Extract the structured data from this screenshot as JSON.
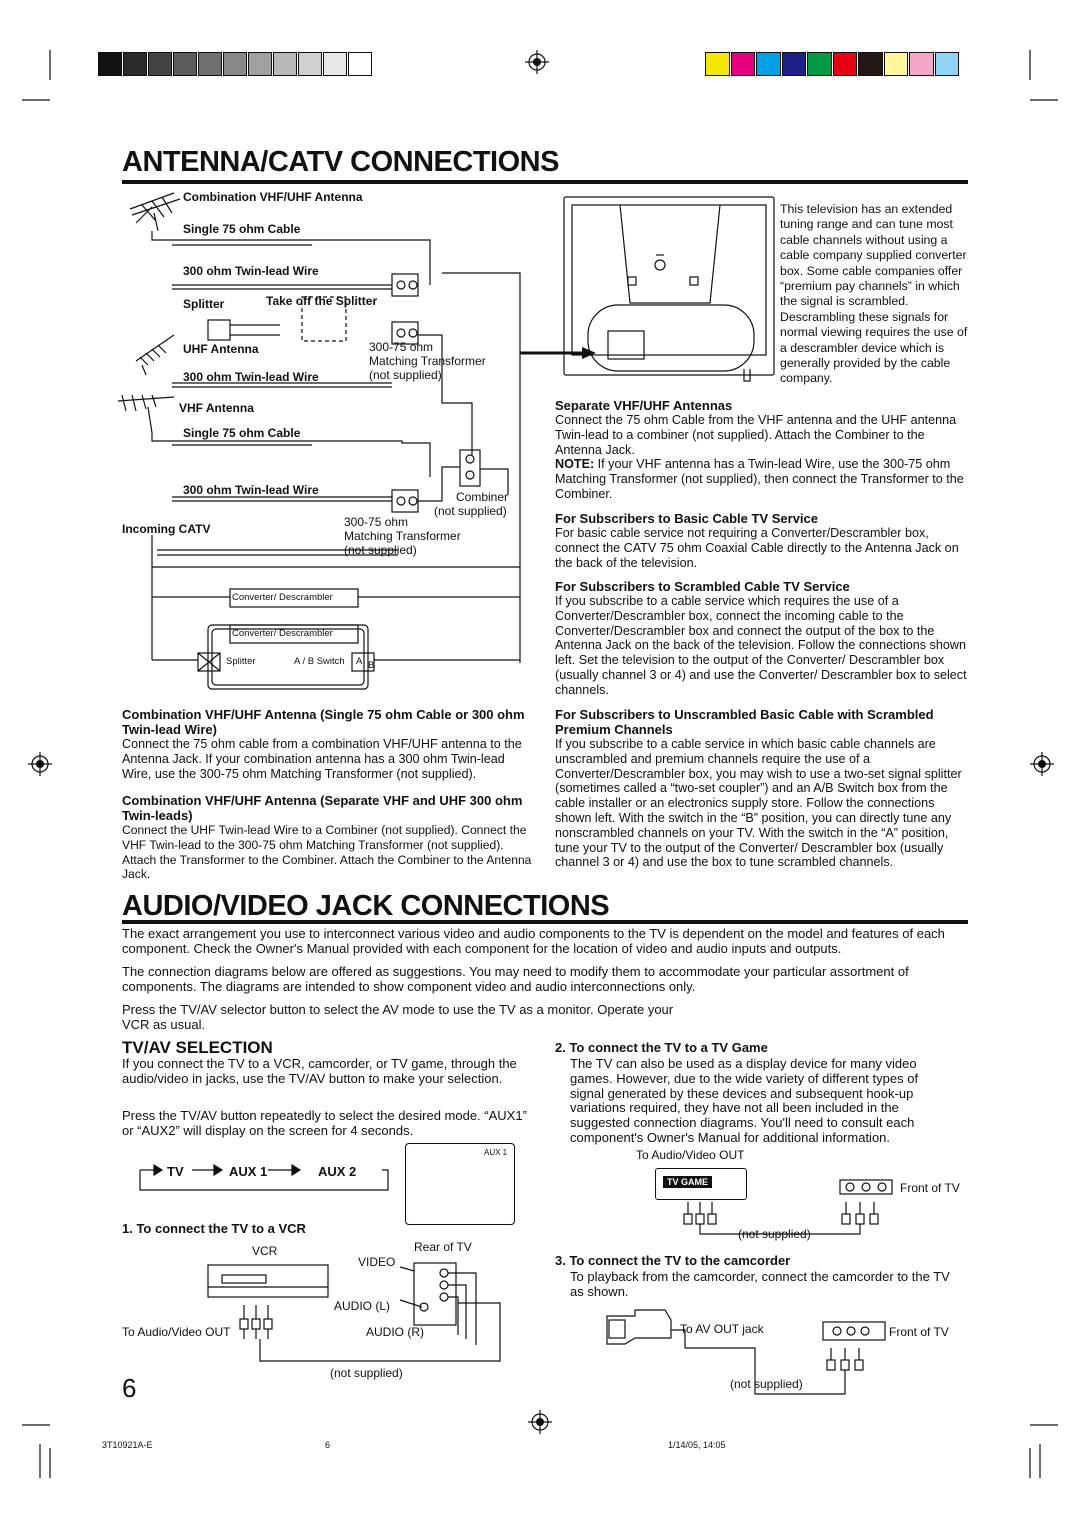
{
  "swatches_gray": [
    "#111111",
    "#2a2a2a",
    "#444444",
    "#5a5a5a",
    "#707070",
    "#888888",
    "#a0a0a0",
    "#b8b8b8",
    "#d0d0d0",
    "#e6e6e6",
    "#ffffff"
  ],
  "swatches_color": [
    "#f5e800",
    "#e4007f",
    "#00a0e9",
    "#1d2088",
    "#009944",
    "#e60012",
    "#231815",
    "#fff799",
    "#f6a6c6",
    "#8fd3f5"
  ],
  "antenna": {
    "title": "ANTENNA/CATV CONNECTIONS",
    "diagram": {
      "combo_antenna": "Combination VHF/UHF Antenna",
      "single_cable_1": "Single 75 ohm Cable",
      "twin_lead_1": "300 ohm Twin-lead Wire",
      "splitter": "Splitter",
      "take_off": "Take off the Splitter",
      "uhf_antenna": "UHF Antenna",
      "matching_1": "300-75 ohm",
      "matching_1b": "Matching Transformer",
      "matching_1c": "(not supplied)",
      "twin_lead_2": "300 ohm Twin-lead Wire",
      "vhf_antenna": "VHF Antenna",
      "single_cable_2": "Single 75 ohm Cable",
      "twin_lead_3": "300 ohm Twin-lead Wire",
      "combiner": "Combiner",
      "combiner_ns": "(not supplied)",
      "incoming_catv": "Incoming CATV",
      "matching_2": "300-75 ohm",
      "matching_2b": "Matching Transformer",
      "matching_2c": "(not supplied)",
      "conv_1": "Converter/ Descrambler",
      "conv_2": "Converter/ Descrambler",
      "splitter_2": "Splitter",
      "ab_switch": "A / B Switch",
      "a_mark": "A",
      "b_mark": "B"
    },
    "tv_note": "This television has an extended tuning range and can tune most cable channels without using a cable company supplied converter box. Some cable companies offer “premium pay channels” in which the signal is scrambled. Descrambling these signals for normal viewing requires the use of a descrambler device which is generally provided by the cable company.",
    "sections_left": [
      {
        "heading": "Combination VHF/UHF Antenna (Single 75 ohm Cable or 300 ohm Twin-lead Wire)",
        "text": "Connect the 75 ohm cable from a combination VHF/UHF antenna to the Antenna Jack. If your combination antenna has a 300 ohm Twin-lead Wire, use the 300-75 ohm Matching Transformer (not supplied)."
      },
      {
        "heading": "Combination VHF/UHF Antenna (Separate VHF and UHF 300 ohm Twin-leads)",
        "text": "Connect the UHF Twin-lead Wire to a Combiner (not supplied). Connect the VHF Twin-lead to the 300-75 ohm Matching Transformer (not supplied). Attach the Transformer to the Combiner. Attach the Combiner to the Antenna Jack."
      }
    ],
    "sections_right": [
      {
        "heading": "Separate VHF/UHF Antennas",
        "text": "Connect the 75 ohm Cable from the VHF antenna and the UHF antenna Twin-lead to a combiner (not supplied). Attach the Combiner to the Antenna Jack.",
        "note_label": "NOTE:",
        "note": " If your VHF antenna has a Twin-lead Wire, use the 300-75 ohm Matching Transformer (not supplied), then connect the Transformer to the Combiner."
      },
      {
        "heading": "For Subscribers to Basic Cable TV Service",
        "text": "For basic cable service not requiring a Converter/Descrambler box, connect the CATV 75 ohm Coaxial Cable directly to the Antenna Jack on the back of the television."
      },
      {
        "heading": "For Subscribers to Scrambled Cable TV Service",
        "text": "If you subscribe to a cable service which requires the use of a Converter/Descrambler box, connect the incoming cable to the Converter/Descrambler box and connect the output of the box to the Antenna Jack on the back of the television. Follow the connections shown left. Set the television to the output of the Converter/ Descrambler box (usually channel 3 or 4) and use the Converter/ Descrambler box to select channels."
      },
      {
        "heading": "For Subscribers to Unscrambled Basic Cable with Scrambled Premium Channels",
        "text": "If you subscribe to a cable service in which basic cable channels are unscrambled and premium channels require the use of a Converter/Descrambler box, you may wish to use a two-set signal splitter (sometimes called a “two-set coupler”) and an A/B Switch box from the cable installer or an electronics supply store. Follow the connections shown left. With the switch in the “B” position, you can directly tune any nonscrambled channels on your TV. With the switch in the “A” position, tune your TV to the output of the Converter/ Descrambler box (usually channel 3 or 4) and use the box to tune scrambled channels."
      }
    ]
  },
  "av": {
    "title": "AUDIO/VIDEO JACK CONNECTIONS",
    "intro_1": "The exact arrangement you use to interconnect various video and audio components to the TV is dependent on the model and features of each component. Check the Owner's Manual provided with each component for the location of video and audio inputs and outputs.",
    "intro_2": "The connection diagrams below are offered as suggestions. You may need to modify them to accommodate your particular assortment of components. The diagrams are intended to show component video and audio interconnections only.",
    "intro_3": "Press the TV/AV selector button to select the AV mode to use the TV as a monitor. Operate your VCR as usual.",
    "tvav_title": "TV/AV SELECTION",
    "tvav_p1": "If you connect the TV to a VCR, camcorder, or TV game, through the audio/video in jacks, use the TV/AV button to make your selection.",
    "tvav_p2": "Press the TV/AV button repeatedly to select the desired mode. “AUX1” or “AUX2” will display on the screen for 4 seconds.",
    "cycle": [
      "TV",
      "AUX 1",
      "AUX 2"
    ],
    "screen_label": "AUX 1",
    "vcr": {
      "heading": "1. To connect the TV to a VCR",
      "vcr_label": "VCR",
      "rear": "Rear of TV",
      "video": "VIDEO",
      "audio_l": "AUDIO (L)",
      "audio_r": "AUDIO (R)",
      "out": "To Audio/Video OUT",
      "ns": "(not supplied)"
    },
    "game": {
      "heading": "2. To connect the TV to a TV Game",
      "text": "The TV can also be used as a display device for many video games. However, due to the wide variety of different types of signal generated by these devices and subsequent hook-up variations required, they have not all been included in the suggested connection diagrams. You'll need to consult each component's Owner's Manual for additional information.",
      "out": "To Audio/Video OUT",
      "device": "TV GAME",
      "front": "Front of TV",
      "ns": "(not supplied)"
    },
    "cam": {
      "heading": "3. To connect the TV to the camcorder",
      "text": "To playback from the camcorder, connect the camcorder to the TV as shown.",
      "out": "To AV OUT jack",
      "front": "Front of TV",
      "ns": "(not supplied)"
    }
  },
  "footer": {
    "page_number": "6",
    "doc_code": "3T10921A-E",
    "page_small": "6",
    "date": "1/14/05, 14:05"
  }
}
